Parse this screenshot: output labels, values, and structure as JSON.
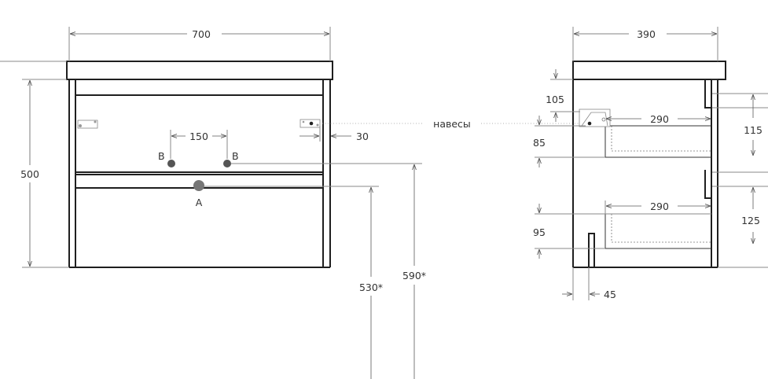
{
  "front_view": {
    "width": "700",
    "height": "500",
    "hole_spacing": "150",
    "hinge_offset": "30",
    "pipe_b_left": "B",
    "pipe_b_right": "B",
    "drain_a": "A",
    "drain_height": "530*",
    "pipe_b_height": "590*"
  },
  "hinges_label": "навесы",
  "side_view": {
    "depth": "390",
    "top_offset": "105",
    "hinge_height": "85",
    "drawer_depth_top": "290",
    "drawer_depth_bottom": "290",
    "bottom_offset": "95",
    "panel_thickness": "45",
    "upper_drawer_height": "115",
    "lower_drawer_height": "125"
  }
}
